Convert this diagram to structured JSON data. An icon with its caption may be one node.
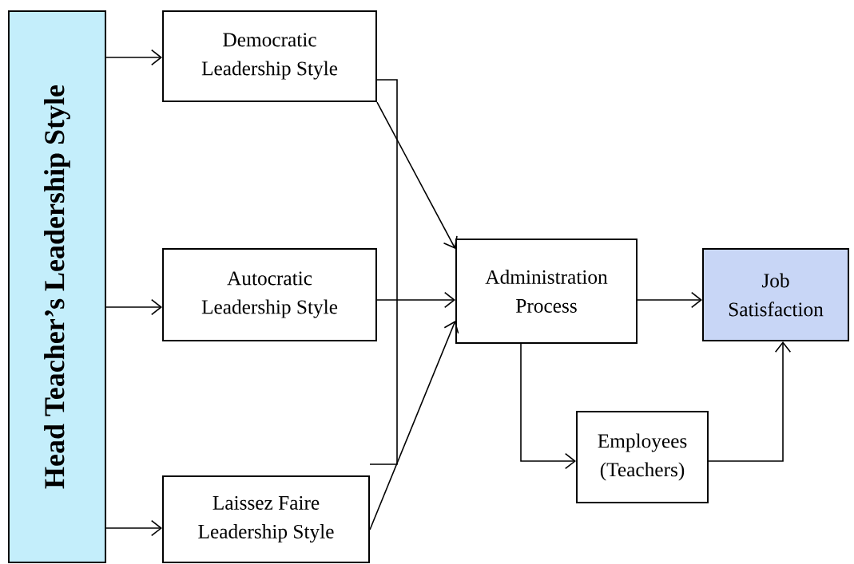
{
  "diagram": {
    "nodes": [
      {
        "text": [
          "Head Teacher’s Leadership Style"
        ]
      },
      {
        "text": [
          "Democratic Leadership Style"
        ]
      },
      {
        "text": [
          "Autocratic Leadership Style"
        ]
      },
      {
        "text": [
          "Laissez Faire Leadership Style"
        ]
      },
      {
        "text": [
          "Administration Process"
        ]
      },
      {
        "text": [
          "Job Satisfaction"
        ]
      },
      {
        "text": [
          "Employees (Teachers)"
        ]
      }
    ],
    "edges": [
      {
        "from": 0,
        "to": 1,
        "arrow": "to"
      },
      {
        "from": 0,
        "to": 2,
        "arrow": "to"
      },
      {
        "from": 0,
        "to": 3,
        "arrow": "to"
      },
      {
        "from": 1,
        "to": 3,
        "arrow": "none"
      },
      {
        "from": 1,
        "to": 4,
        "arrow": "to"
      },
      {
        "from": 2,
        "to": 4,
        "arrow": "to"
      },
      {
        "from": 3,
        "to": 4,
        "arrow": "to"
      },
      {
        "from": 4,
        "to": 5,
        "arrow": "to"
      },
      {
        "from": 4,
        "to": 6,
        "arrow": "to"
      },
      {
        "from": 6,
        "to": 5,
        "arrow": "to"
      }
    ]
  }
}
